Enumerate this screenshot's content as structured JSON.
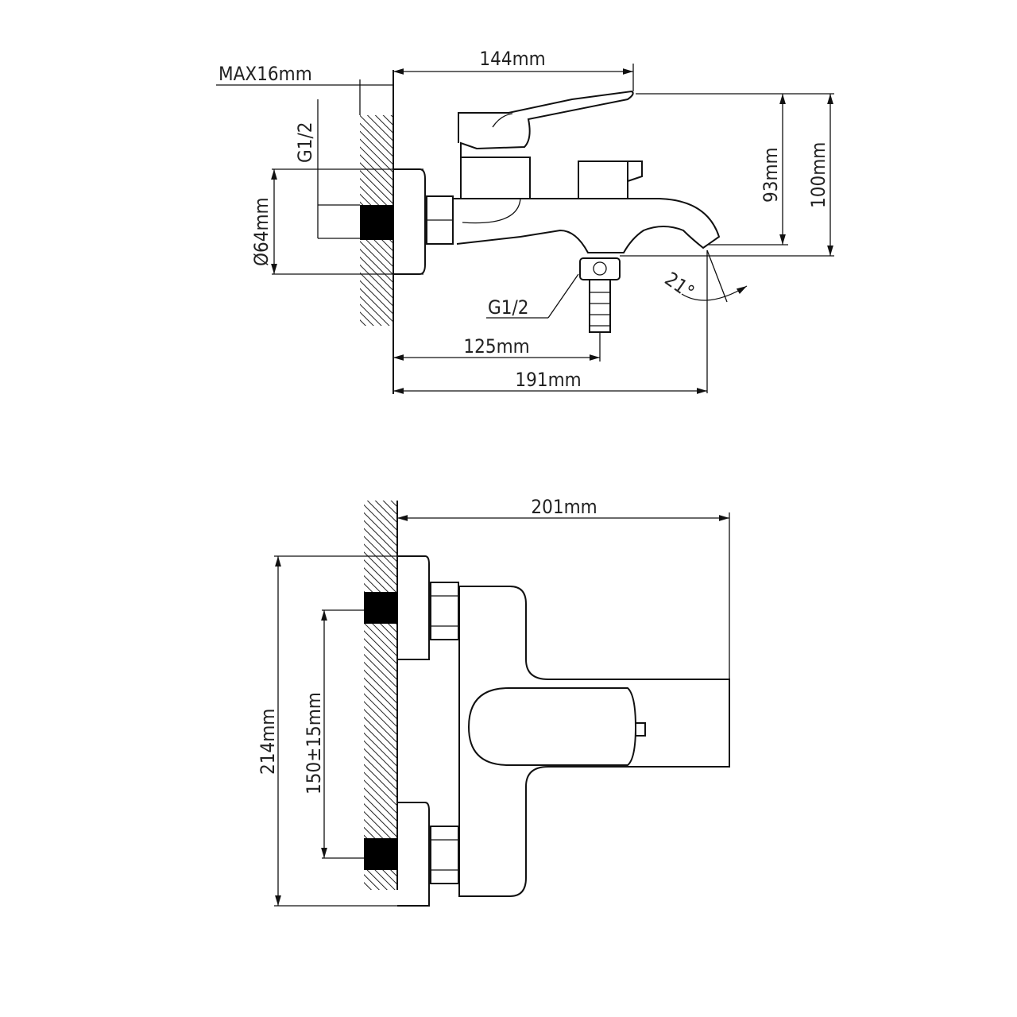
{
  "side_view": {
    "max_wall": "MAX16mm",
    "width_top": "144mm",
    "inlet_thread": "G1/2",
    "flange_diameter": "Ø64mm",
    "outlet_thread": "G1/2",
    "height_spout": "93mm",
    "height_total": "100mm",
    "spout_angle": "21°",
    "outlet_distance": "125mm",
    "total_depth": "191mm"
  },
  "top_view": {
    "total_depth": "201mm",
    "total_width": "214mm",
    "center_distance": "150±15mm"
  }
}
